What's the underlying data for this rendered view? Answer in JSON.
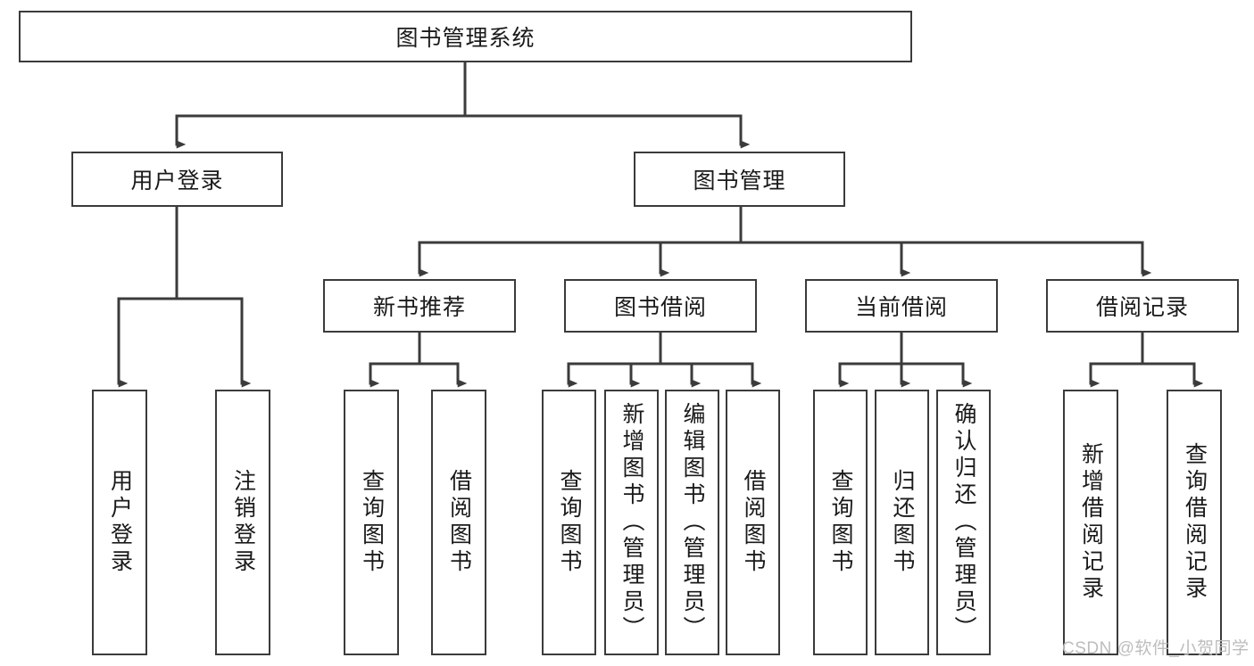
{
  "diagram": {
    "title": "图书管理系统",
    "watermark": "CSDN @软件_小贺同学",
    "colors": {
      "box_border": "#3b3b3b",
      "box_fill": "#ffffff",
      "edge": "#3b3b3b",
      "text": "#1a1a1a",
      "watermark": "#bdbdbd",
      "background": "#ffffff"
    },
    "root": {
      "label": "图书管理系统"
    },
    "level2": [
      {
        "label": "用户登录"
      },
      {
        "label": "图书管理"
      }
    ],
    "level3": [
      {
        "label": "新书推荐"
      },
      {
        "label": "图书借阅"
      },
      {
        "label": "当前借阅"
      },
      {
        "label": "借阅记录"
      }
    ],
    "leaves": {
      "user_login": [
        {
          "label": "用户登录"
        },
        {
          "label": "注销登录"
        }
      ],
      "new_book_recommend": [
        {
          "label": "查询图书"
        },
        {
          "label": "借阅图书"
        }
      ],
      "book_borrow": [
        {
          "label": "查询图书"
        },
        {
          "label": "新增图书（管理员）"
        },
        {
          "label": "编辑图书（管理员）"
        },
        {
          "label": "借阅图书"
        }
      ],
      "current_borrow": [
        {
          "label": "查询图书"
        },
        {
          "label": "归还图书"
        },
        {
          "label": "确认归还（管理员）"
        }
      ],
      "borrow_record": [
        {
          "label": "新增借阅记录"
        },
        {
          "label": "查询借阅记录"
        }
      ]
    }
  }
}
